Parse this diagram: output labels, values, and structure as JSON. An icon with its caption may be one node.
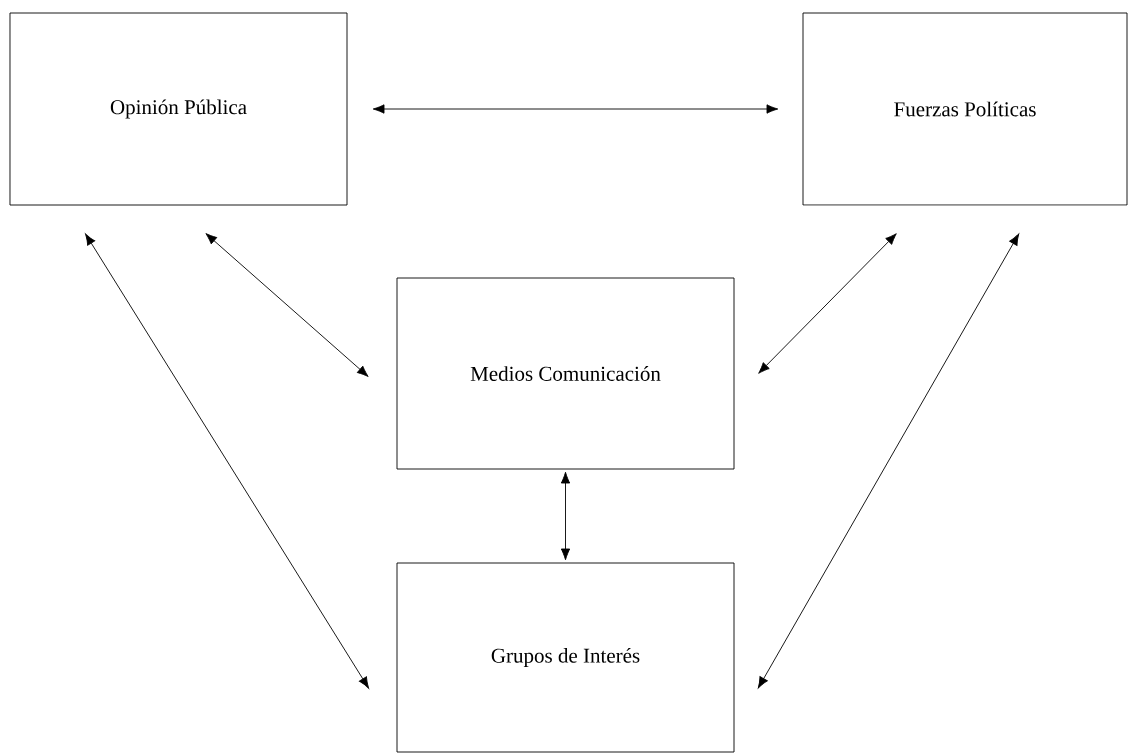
{
  "diagram": {
    "nodes": [
      {
        "text": [
          "Opinión Pública"
        ]
      },
      {
        "text": [
          "Fuerzas Políticas"
        ]
      },
      {
        "text": [
          "Medios Comunicación"
        ]
      },
      {
        "text": [
          "Grupos de Interés"
        ]
      }
    ],
    "edges": [
      {
        "from": 0,
        "to": 1,
        "arrow": "both"
      },
      {
        "from": 0,
        "to": 2,
        "arrow": "both"
      },
      {
        "from": 0,
        "to": 3,
        "arrow": "both"
      },
      {
        "from": 1,
        "to": 2,
        "arrow": "both"
      },
      {
        "from": 1,
        "to": 3,
        "arrow": "both"
      },
      {
        "from": 2,
        "to": 3,
        "arrow": "both"
      }
    ]
  }
}
